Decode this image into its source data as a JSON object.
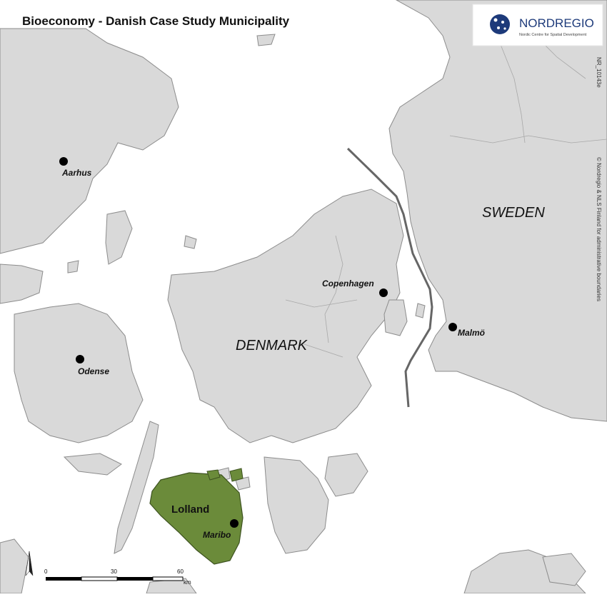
{
  "map": {
    "title": "Bioeconomy - Danish Case Study Municipality",
    "logo": {
      "name": "NORDREGIO",
      "tagline": "Nordic Centre for Spatial Development"
    },
    "reference_code": "NR_10143e",
    "copyright": "© Nordregio & NLS Finland for administrative boundaries",
    "countries": {
      "denmark": "DENMARK",
      "sweden": "SWEDEN"
    },
    "region": {
      "name": "Lolland",
      "color": "#6b8b3a"
    },
    "cities": [
      {
        "name": "Aarhus"
      },
      {
        "name": "Copenhagen"
      },
      {
        "name": "Malmö"
      },
      {
        "name": "Odense"
      },
      {
        "name": "Maribo"
      }
    ],
    "scale_bar": {
      "labels": [
        "0",
        "30",
        "60"
      ],
      "unit": "km"
    },
    "colors": {
      "land": "#d9d9d9",
      "sea": "#ffffff",
      "highlight": "#6b8b3a",
      "border": "#666666"
    }
  }
}
